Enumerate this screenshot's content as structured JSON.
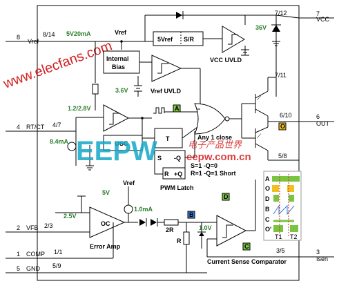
{
  "watermark_site": "www.elecfans.com",
  "watermark_logo": "EEPW",
  "watermark_cn": "电子产品世界",
  "watermark_url": "eepw.com.cn",
  "pins_left": [
    {
      "num": "8",
      "name": "Vref",
      "pkg": "8/14"
    },
    {
      "num": "4",
      "name": "RT/CT",
      "pkg": "4/7"
    },
    {
      "num": "2",
      "name": "VFB",
      "pkg": "2/3"
    },
    {
      "num": "1",
      "name": "COMP",
      "pkg": "1/1"
    },
    {
      "num": "5",
      "name": "GND",
      "pkg": "5/9"
    }
  ],
  "pins_right": [
    {
      "num": "7",
      "name": "VCC",
      "pkg": "7/12"
    },
    {
      "num": "6",
      "name": "OUT",
      "pkg": "6/10"
    },
    {
      "num": "3",
      "name": "Isen",
      "pkg": "3/5"
    }
  ],
  "extra_pins": {
    "q_collector": "7/11",
    "q_emitter": "5/8"
  },
  "blocks": {
    "ref": "5Vref",
    "sr": "S/R",
    "internal_bias": "Internal\nBias",
    "vcc_uvld": "VCC UVLD",
    "vref_uvld": "Vref UVLD",
    "osc": "OSC",
    "t": "T",
    "s": "S",
    "q_bar": "-Q",
    "r": "R",
    "q": "+Q",
    "pwm_latch": "PWM Latch",
    "oc": "OC",
    "error_amp": "Error Amp",
    "current_sense": "Current Sense Comparator"
  },
  "values": {
    "ma20": "5V20mA",
    "vref_net": "Vref",
    "v36": "36V",
    "v3_6": "3.6V",
    "v12_28": "1.2/2.8V",
    "ma8_4": "8.4mA",
    "v5": "5V",
    "vref2": "Vref",
    "v2_5": "2.5V",
    "ma1": "1.0mA",
    "r2": "2R",
    "r1": "R",
    "v1": "1.0V"
  },
  "labels": {
    "any1": "Any 1 close",
    "s_rule": "S=1 -Q=0",
    "r_rule": "R=1 -Q=1 Short",
    "node_a": "A",
    "node_b": "B",
    "node_c": "C",
    "node_d": "D",
    "node_o": "O"
  },
  "timing_labels": [
    "A",
    "O",
    "D",
    "B",
    "C",
    "O'"
  ],
  "timing_time": [
    "T1",
    "T2"
  ],
  "colors": {
    "green": "#2c7d2c",
    "red": "#d41e1e",
    "node": "#7bc442"
  }
}
